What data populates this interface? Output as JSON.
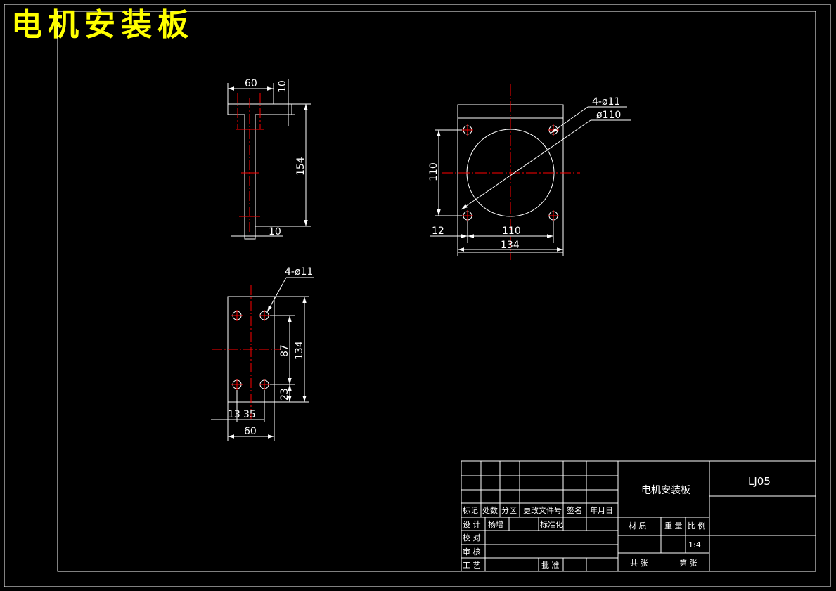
{
  "drawing_title": "电机安装板",
  "side_view": {
    "width_dim": "60",
    "thickness_dim": "10",
    "height_dim": "154",
    "web_dim": "10"
  },
  "front_view": {
    "holes_callout": "4-ø11",
    "bore_callout": "ø110",
    "hole_spacing_v": "110",
    "edge_offset": "12",
    "hole_spacing_h": "110",
    "overall_width": "134"
  },
  "base_view": {
    "holes_callout": "4-ø11",
    "hole_spacing_v": "87",
    "overall_height": "134",
    "bottom_offset": "23",
    "left_offset": "13",
    "hole_spacing_h": "35",
    "overall_width": "60"
  },
  "title_block": {
    "revision_headers": [
      "标记",
      "处数",
      "分区",
      "更改文件号",
      "签名",
      "年月日"
    ],
    "design_label": "设 计",
    "designer": "杨增",
    "standardization_label": "标准化",
    "check_label": "校 对",
    "review_label": "审 核",
    "process_label": "工 艺",
    "approval_label": "批 准",
    "part_name": "电机安装板",
    "drawing_number": "LJ05",
    "material_label": "材 质",
    "weight_label": "重 量",
    "scale_label": "比 例",
    "scale_value": "1:4",
    "total_sheets_label": "共   张",
    "sheet_label": "第   张"
  },
  "colors": {
    "background": "#000000",
    "lines": "#ffffff",
    "centerlines": "#ff0000",
    "title": "#ffff00"
  }
}
